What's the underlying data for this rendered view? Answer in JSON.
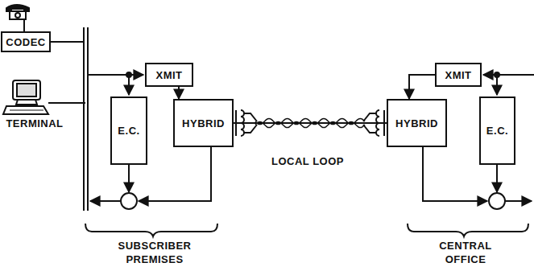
{
  "diagram": {
    "nodes": [
      {
        "text": [
          "CODEC"
        ]
      },
      {
        "text": [
          "XMIT"
        ]
      },
      {
        "text": [
          "E.C."
        ]
      },
      {
        "text": [
          "HYBRID"
        ]
      },
      {
        "text": [
          "XMIT"
        ]
      },
      {
        "text": [
          "HYBRID"
        ]
      },
      {
        "text": [
          "E.C."
        ]
      }
    ],
    "edges": [
      {
        "from": 1,
        "to": 3,
        "arrow": "to"
      },
      {
        "from": 4,
        "to": 5,
        "arrow": "to"
      },
      {
        "from": 3,
        "to": 5,
        "arrow": "none"
      }
    ],
    "labels": [
      "TERMINAL",
      "LOCAL LOOP",
      "SUBSCRIBER PREMISES",
      "CENTRAL OFFICE"
    ]
  }
}
